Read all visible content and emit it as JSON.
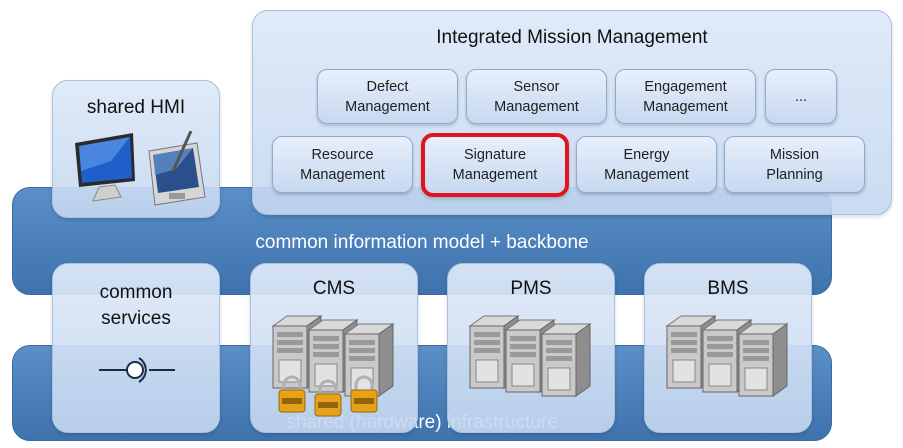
{
  "integrated": {
    "title": "Integrated Mission Management",
    "row1": [
      "Defect\nManagement",
      "Sensor\nManagement",
      "Engagement\nManagement",
      "..."
    ],
    "row2": [
      "Resource\nManagement",
      "Signature\nManagement",
      "Energy\nManagement",
      "Mission\nPlanning"
    ],
    "highlighted": "Signature\nManagement",
    "highlight_color": "#e2141b"
  },
  "shared_hmi": {
    "title": "shared HMI"
  },
  "backbone": {
    "label": "common information model + backbone"
  },
  "common_services": {
    "title": "common\nservices"
  },
  "systems": [
    {
      "title": "CMS",
      "locked": true
    },
    {
      "title": "PMS",
      "locked": false
    },
    {
      "title": "BMS",
      "locked": false
    }
  ],
  "infrastructure": {
    "label": "shared (hardware) infrastructure"
  },
  "colors": {
    "bar": "#4a7fb9",
    "panel": "#dbe7f7",
    "lock": "#e7a21a"
  }
}
